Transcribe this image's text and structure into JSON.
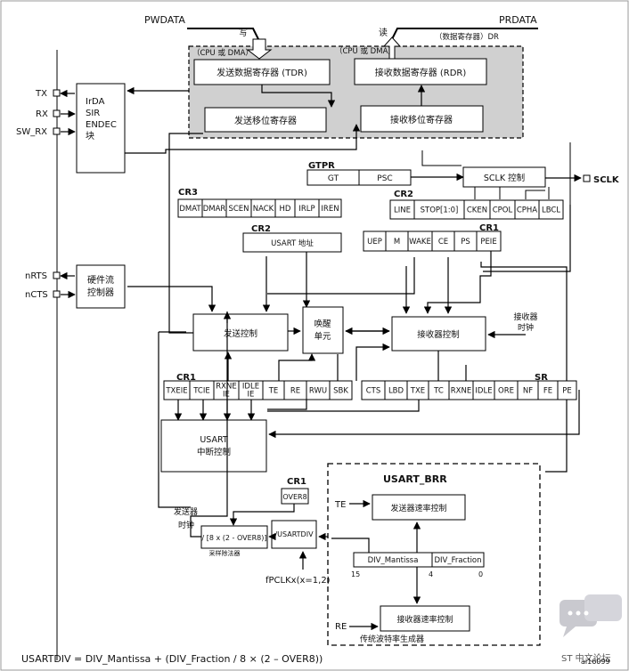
{
  "bus": {
    "pwdata": "PWDATA",
    "prdata": "PRDATA",
    "write": "写",
    "read": "读",
    "dr": "（数据寄存器）DR",
    "cpu_dma_left": "（CPU 或 DMA）",
    "cpu_dma_right": "（CPU 或 DMA）"
  },
  "data_regs": {
    "tdr": "发送数据寄存器 (TDR)",
    "rdr": "接收数据寄存器 (RDR)",
    "tx_shift": "发送移位寄存器",
    "rx_shift": "接收移位寄存器"
  },
  "pins": {
    "tx": "TX",
    "rx": "RX",
    "sw_rx": "SW_RX",
    "nrts": "nRTS",
    "ncts": "nCTS",
    "sclk": "SCLK"
  },
  "irda": {
    "l1": "IrDA",
    "l2": "SIR",
    "l3": "ENDEC",
    "l4": "块"
  },
  "hwflow": {
    "l1": "硬件流",
    "l2": "控制器"
  },
  "gtpr": {
    "label": "GTPR",
    "gt": "GT",
    "psc": "PSC"
  },
  "sclk_ctrl": "SCLK 控制",
  "cr3": {
    "label": "CR3",
    "fields": [
      "DMAT",
      "DMAR",
      "SCEN",
      "NACK",
      "HD",
      "IRLP",
      "IREN"
    ]
  },
  "cr2_top": {
    "label": "CR2",
    "fields": [
      "LINE",
      "STOP[1:0]",
      "CKEN",
      "CPOL",
      "CPHA",
      "LBCL"
    ]
  },
  "cr2_addr": {
    "label": "CR2",
    "usart_addr": "USART 地址"
  },
  "cr1_top": {
    "label": "CR1",
    "fields": [
      "UEP",
      "M",
      "WAKE",
      "CE",
      "PS",
      "PEIE"
    ]
  },
  "tx_ctrl": "发送控制",
  "wakeup": {
    "l1": "唤醒",
    "l2": "单元"
  },
  "rx_ctrl": "接收器控制",
  "rx_clock": {
    "l1": "接收器",
    "l2": "时钟"
  },
  "cr1_bottom": {
    "label": "CR1",
    "fields": [
      "TXEIE",
      "TCIE",
      "RXNE IE",
      "IDLE IE",
      "TE",
      "RE",
      "RWU",
      "SBK"
    ]
  },
  "sr": {
    "label": "SR",
    "fields": [
      "CTS",
      "LBD",
      "TXE",
      "TC",
      "RXNE",
      "IDLE",
      "ORE",
      "NF",
      "FE",
      "PE"
    ]
  },
  "irq": {
    "l1": "USART",
    "l2": "中断控制"
  },
  "cr1_over8": {
    "label": "CR1",
    "over8": "OVER8"
  },
  "tx_clock": {
    "l1": "发送器",
    "l2": "时钟"
  },
  "div_block": "/ [8 x (2 - OVER8)]",
  "sampling_div": "采样除法器",
  "usartdiv_block": "/USARTDIV",
  "fpclk": "fPCLKx(x=1,2)",
  "brr": {
    "label": "USART_BRR",
    "te": "TE",
    "re": "RE",
    "tx_rate": "发送器速率控制",
    "rx_rate": "接收器速率控制",
    "mantissa": "DIV_Mantissa",
    "fraction": "DIV_Fraction",
    "bit15": "15",
    "bit4": "4",
    "bit0": "0",
    "gen": "传统波特率生成器"
  },
  "formula": "USARTDIV = DIV_Mantissa + (DIV_Fraction / 8 × (2 – OVER8))",
  "fig_id": "ai16099",
  "watermark": "ST 中文论坛"
}
